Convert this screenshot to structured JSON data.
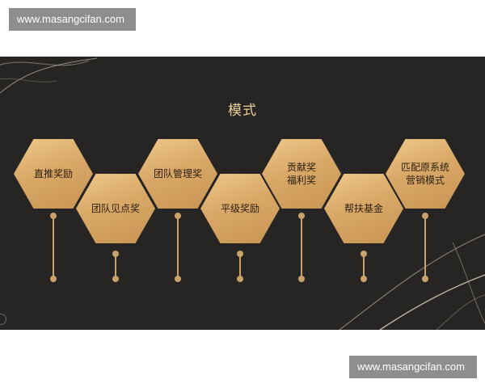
{
  "watermarks": {
    "top": "www.masangcifan.com",
    "bottom": "www.masangcifan.com"
  },
  "slide": {
    "title": "模式",
    "items": [
      {
        "label": "直推奖励"
      },
      {
        "label": "团队见点奖"
      },
      {
        "label": "团队管理奖"
      },
      {
        "label": "平级奖励"
      },
      {
        "label": "贡献奖\n福利奖"
      },
      {
        "label": "帮扶基金"
      },
      {
        "label": "匹配原系统\n营销模式"
      }
    ]
  },
  "colors": {
    "slide_background": "#262524",
    "hex_gold": "#d9a867",
    "accent_gold": "#c9a26a",
    "watermark_background": "#8e8e8e"
  }
}
